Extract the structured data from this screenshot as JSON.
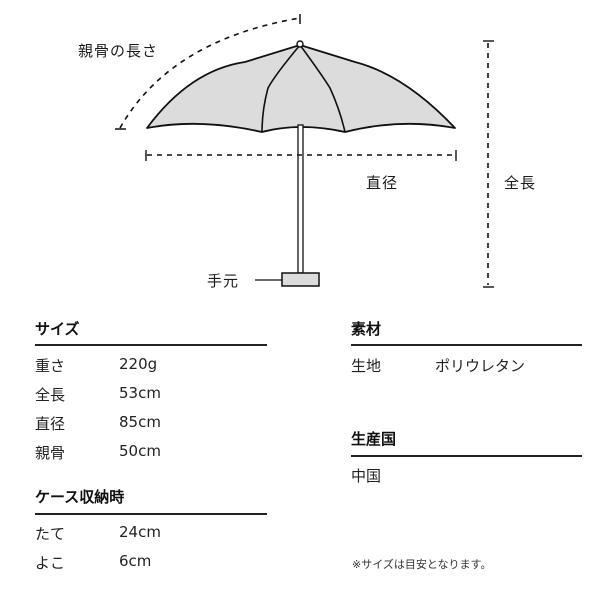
{
  "diagram": {
    "labels": {
      "rib_length": "親骨の長さ",
      "diameter": "直径",
      "total_length": "全長",
      "handle": "手元"
    },
    "colors": {
      "canopy_fill": "#dcdcdc",
      "stroke": "#111111",
      "handle_fill": "#dcdcdc"
    }
  },
  "size": {
    "title": "サイズ",
    "rows": [
      {
        "key": "重さ",
        "value": "220g"
      },
      {
        "key": "全長",
        "value": "53cm"
      },
      {
        "key": "直径",
        "value": "85cm"
      },
      {
        "key": "親骨",
        "value": "50cm"
      }
    ]
  },
  "case": {
    "title": "ケース収納時",
    "rows": [
      {
        "key": "たて",
        "value": "24cm"
      },
      {
        "key": "よこ",
        "value": "6cm"
      }
    ]
  },
  "material": {
    "title": "素材",
    "rows": [
      {
        "key": "生地",
        "value": "ポリウレタン"
      }
    ]
  },
  "origin": {
    "title": "生産国",
    "value": "中国"
  },
  "note": "※サイズは目安となります。"
}
